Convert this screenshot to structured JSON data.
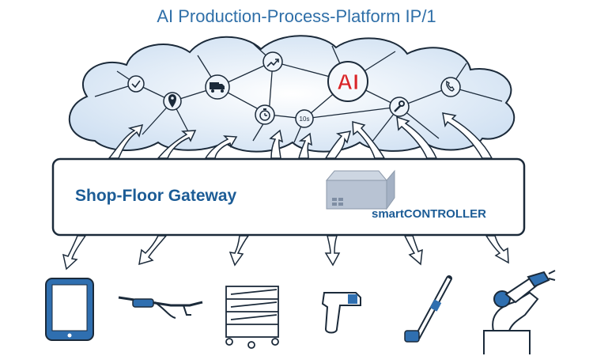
{
  "title": "AI Production-Process-Platform IP/1",
  "gateway": {
    "label": "Shop-Floor Gateway",
    "controller_label": "smartCONTROLLER"
  },
  "cloud": {
    "ai_label": "AI",
    "timer_label": "10s",
    "nodes": [
      "check-icon",
      "location-pin-icon",
      "truck-icon",
      "stopwatch-icon",
      "trend-up-icon",
      "timer-10s-icon",
      "ai-node",
      "wrench-icon",
      "phone-icon"
    ]
  },
  "devices": [
    "tablet",
    "smart-glasses",
    "shelf-cart",
    "barcode-scanner",
    "handheld-screwdriver",
    "robot-arm"
  ],
  "colors": {
    "title": "#2f6fa8",
    "label": "#1c5c96",
    "cloud_fill": "#dde9f6",
    "ai_red": "#d8262a",
    "outline": "#1b2a3a"
  }
}
